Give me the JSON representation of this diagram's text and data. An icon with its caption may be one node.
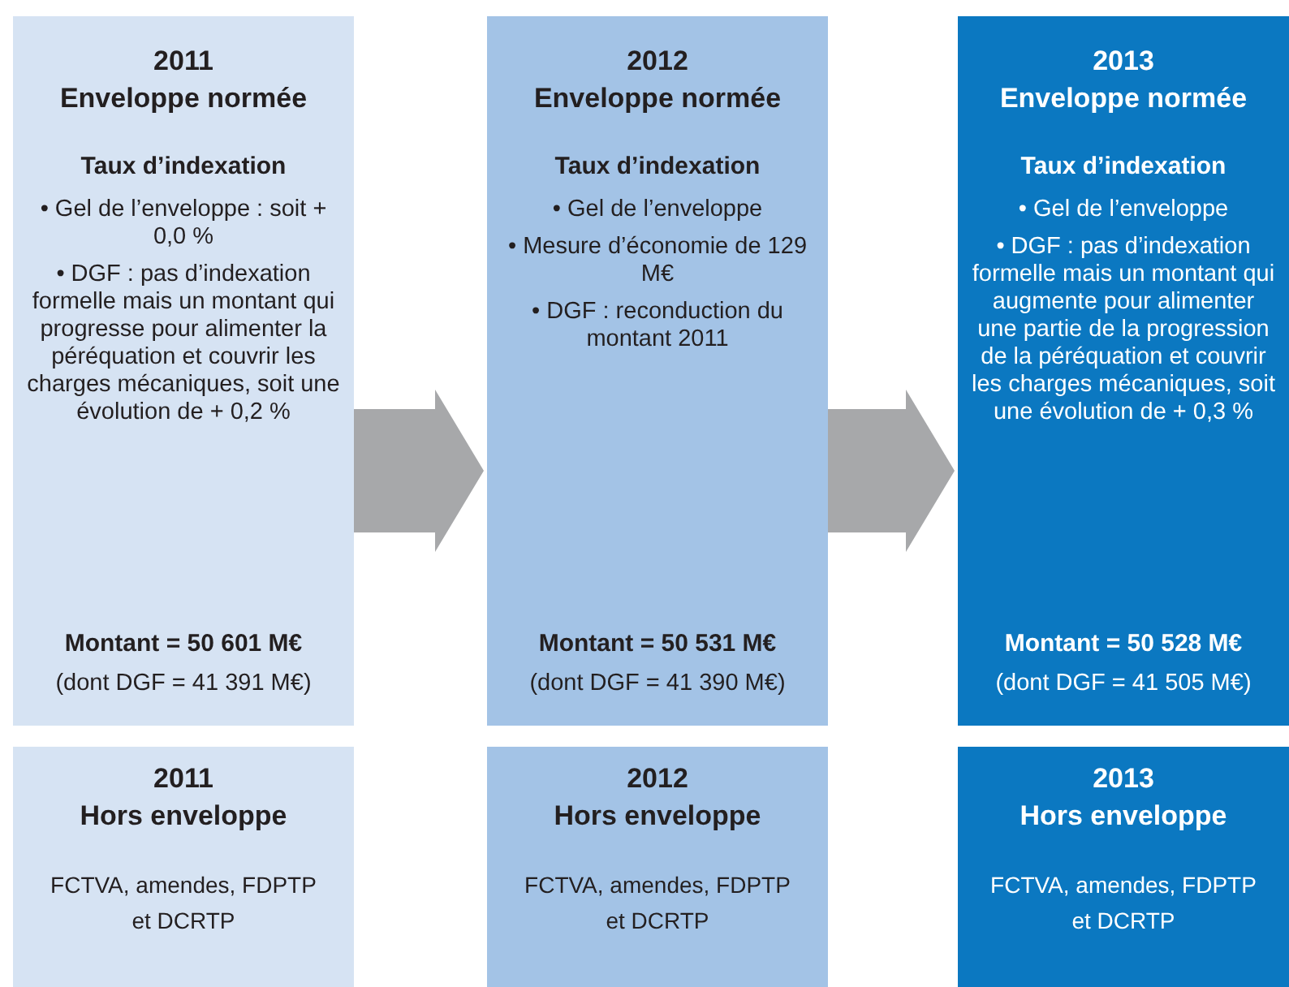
{
  "diagram": {
    "nodes": [
      {
        "text": [
          "2011",
          "Enveloppe normée",
          "Taux d’indexation",
          "• Gel de l’enveloppe : soit + 0,0 %",
          "• DGF : pas d’indexation formelle mais un montant qui progresse pour alimenter la péréquation et couvrir les charges mécaniques, soit une évolution de + 0,2 %",
          "Montant = 50 601 M€",
          "(dont DGF = 41 391 M€)"
        ]
      },
      {
        "text": [
          "2012",
          "Enveloppe normée",
          "Taux d’indexation",
          "• Gel de l’enveloppe",
          "• Mesure d’économie de 129 M€",
          "• DGF : reconduction du montant 2011",
          "Montant = 50 531 M€",
          "(dont DGF = 41 390 M€)"
        ]
      },
      {
        "text": [
          "2013",
          "Enveloppe normée",
          "Taux d’indexation",
          "• Gel de l’enveloppe",
          "• DGF : pas d’indexation formelle mais un montant qui augmente pour alimenter une partie de la progression de la péréquation et couvrir les charges mécaniques, soit une évolution de + 0,3 %",
          "Montant = 50 528 M€",
          "(dont DGF = 41 505 M€)"
        ]
      },
      {
        "text": [
          "2011",
          "Hors enveloppe",
          "FCTVA, amendes, FDPTP et DCRTP"
        ]
      },
      {
        "text": [
          "2012",
          "Hors enveloppe",
          "FCTVA, amendes, FDPTP et DCRTP"
        ]
      },
      {
        "text": [
          "2013",
          "Hors enveloppe",
          "FCTVA, amendes, FDPTP et DCRTP"
        ]
      }
    ],
    "edges": [
      {
        "from": 0,
        "to": 1,
        "arrow": "to"
      },
      {
        "from": 1,
        "to": 2,
        "arrow": "to"
      }
    ]
  }
}
